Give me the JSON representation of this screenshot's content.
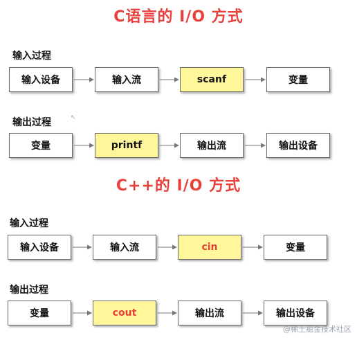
{
  "colors": {
    "title": "#e8413c",
    "highlight": "#fff79a",
    "border": "#6a6a6a"
  },
  "c_section": {
    "title": "C语言的 I/O 方式",
    "input": {
      "label": "输入过程",
      "boxes": [
        "输入设备",
        "输入流",
        "scanf",
        "变量"
      ]
    },
    "output": {
      "label": "输出过程",
      "boxes": [
        "变量",
        "printf",
        "输出流",
        "输出设备"
      ]
    }
  },
  "cpp_section": {
    "title": "C++的 I/O 方式",
    "input": {
      "label": "输入过程",
      "boxes": [
        "输入设备",
        "输入流",
        "cin",
        "变量"
      ]
    },
    "output": {
      "label": "输出过程",
      "boxes": [
        "变量",
        "cout",
        "输出流",
        "输出设备"
      ]
    }
  },
  "watermark": "@稀土掘金技术社区"
}
